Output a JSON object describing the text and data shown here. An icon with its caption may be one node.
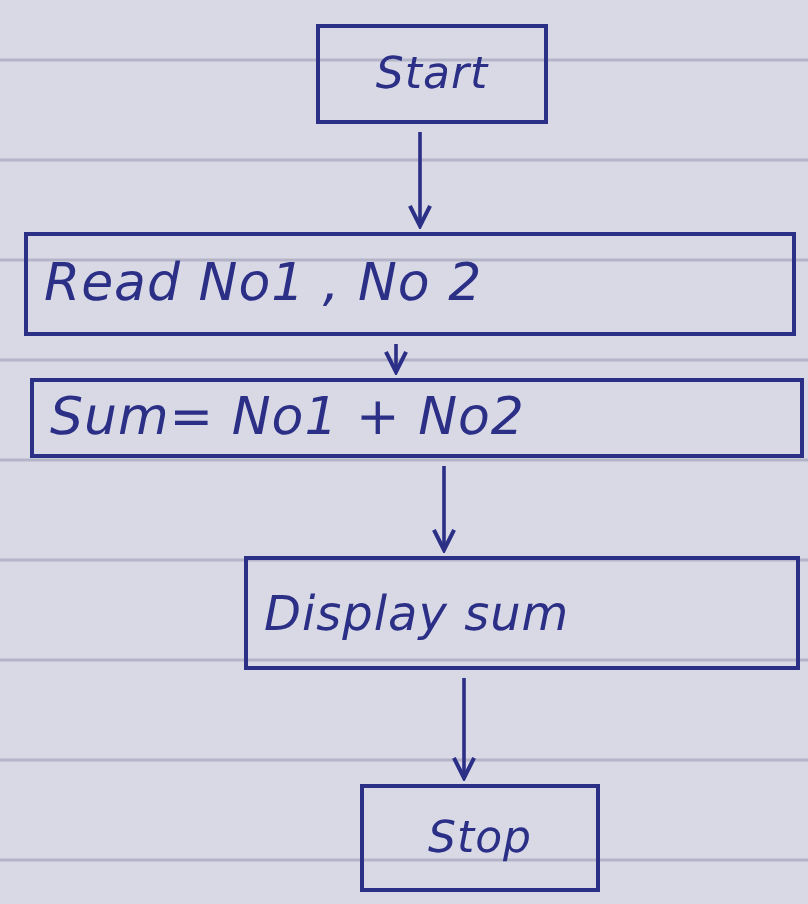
{
  "diagram": {
    "nodes": [
      {
        "text": [
          "Start"
        ]
      },
      {
        "text": [
          "Read No1 , No 2"
        ]
      },
      {
        "text": [
          "Sum= No1 + No2"
        ]
      },
      {
        "text": [
          "Display sum"
        ]
      },
      {
        "text": [
          "Stop"
        ]
      }
    ],
    "edges": [
      {
        "from": 0,
        "to": 1,
        "arrow": "to"
      },
      {
        "from": 1,
        "to": 2,
        "arrow": "to"
      },
      {
        "from": 2,
        "to": 3,
        "arrow": "to"
      },
      {
        "from": 3,
        "to": 4,
        "arrow": "to"
      }
    ]
  }
}
